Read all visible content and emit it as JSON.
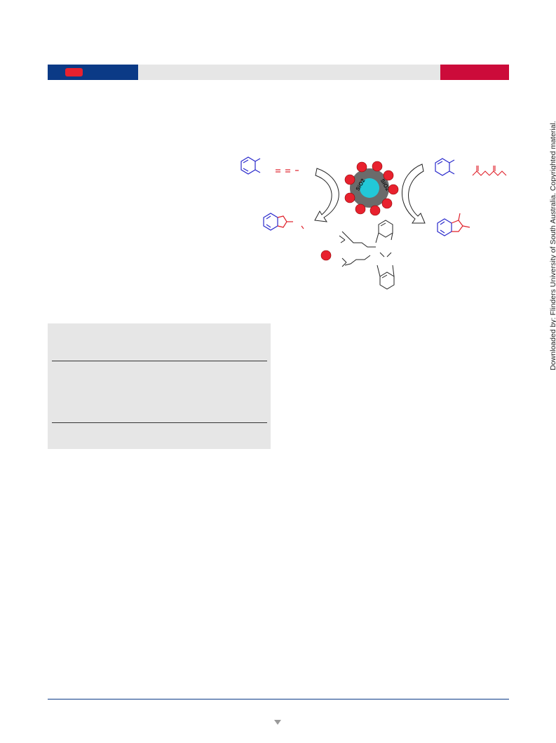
{
  "side_note": "Downloaded by: Flinders University of South Australia. Copyrighted material.",
  "scheme": {
    "core_label_left": "SiO2",
    "core_label_right": "SiO2",
    "colors": {
      "reactant": "#2a2acc",
      "product": "#e0202a",
      "np": "#e8212e",
      "core": "#22c8d8",
      "shell": "#6b6b6b"
    }
  },
  "header": {
    "left_color": "#0b3a86",
    "badge_color": "#e8212e",
    "right_color": "#cc0b3a"
  }
}
